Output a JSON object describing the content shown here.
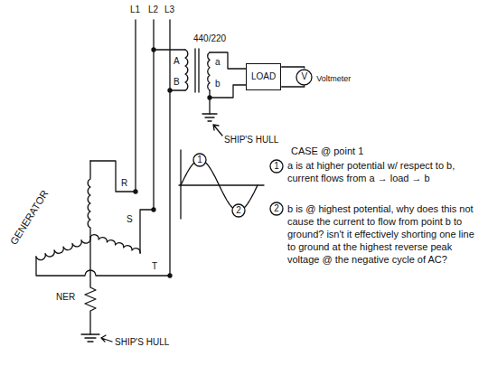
{
  "diagram": {
    "nodes": [
      {
        "text": [
          "LOAD"
        ]
      },
      {
        "text": [
          "V"
        ]
      }
    ],
    "edges": [
      {
        "from": 0,
        "to": 1,
        "arrow": "none"
      },
      {
        "from": 0,
        "to": 1,
        "arrow": "none"
      }
    ],
    "labels": [
      "L1",
      "L2",
      "L3",
      "440/220",
      "A",
      "B",
      "a",
      "b",
      "Voltmeter",
      "SHIP'S HULL",
      "GENERATOR",
      "R",
      "S",
      "T",
      "NER",
      "SHIP'S HULL",
      "1",
      "2",
      "CASE @ point 1",
      "1",
      "a is at higher potential w/ respect to b, current flows from a → load → b",
      "2",
      "b is @ highest potential, why does this not cause the current to flow from point b to ground? isn't it effectively shorting one line to ground at the highest reverse peak voltage @ the negative cycle of AC?"
    ]
  }
}
